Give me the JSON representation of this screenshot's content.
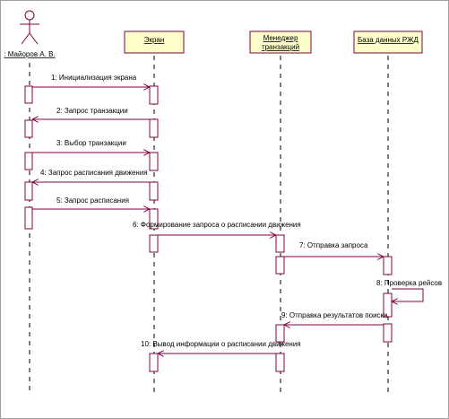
{
  "colors": {
    "line": "#800040",
    "box_fill": "#ffffcc",
    "text": "#000000",
    "lifeline": "#000000"
  },
  "actor": {
    "name": ": Майоров А. В.",
    "icon": "stick-figure-actor-icon"
  },
  "objects": [
    {
      "name": "Экран"
    },
    {
      "name": "Менеджер транзакций",
      "lines": [
        "Менеджер",
        "транзакций"
      ]
    },
    {
      "name": "База данных РЖД"
    }
  ],
  "messages": [
    {
      "text": "1: Инициализация экрана"
    },
    {
      "text": "2: Запрос транзакции"
    },
    {
      "text": "3: Выбор транзакции"
    },
    {
      "text": "4: Запрос расписания движения"
    },
    {
      "text": "5: Запрос расписания"
    },
    {
      "text": "6: Формирование запроса о расписании движения"
    },
    {
      "text": "7: Отправка запроса"
    },
    {
      "text": "8: Проверка рейсов"
    },
    {
      "text": "9: Отправка результатов поиска"
    },
    {
      "text": "10: Вывод информации о расписании движения"
    }
  ]
}
